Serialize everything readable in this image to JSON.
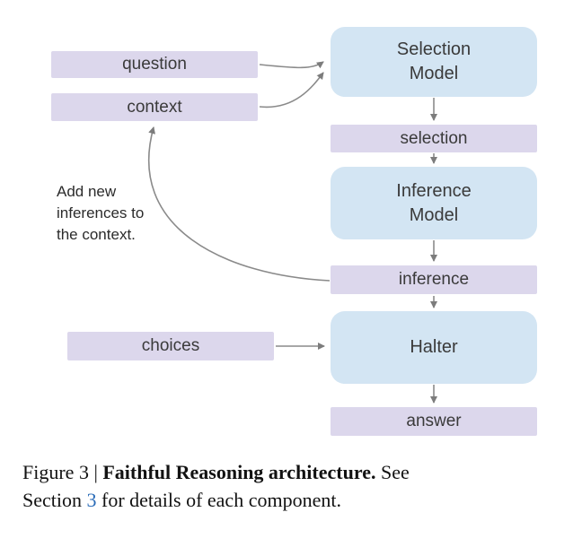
{
  "diagram": {
    "boxes": {
      "question": "question",
      "context": "context",
      "selection_model": "Selection\nModel",
      "selection": "selection",
      "inference_model": "Inference\nModel",
      "inference": "inference",
      "choices": "choices",
      "halter": "Halter",
      "answer": "answer"
    },
    "annotation": "Add new\ninferences to\nthe context.",
    "colors": {
      "io_box": "#dcd7ec",
      "model_box": "#d3e5f3",
      "arrow": "#8a8a8a",
      "box_text": "#3a3a3a"
    }
  },
  "caption": {
    "line1_prefix": "Figure 3 | ",
    "line1_bold": "Faithful Reasoning architecture.",
    "line1_suffix": " See",
    "line2_before": "Section ",
    "line2_link": "3",
    "line2_after": " for details of each component.",
    "link_color": "#2b6cb8"
  }
}
